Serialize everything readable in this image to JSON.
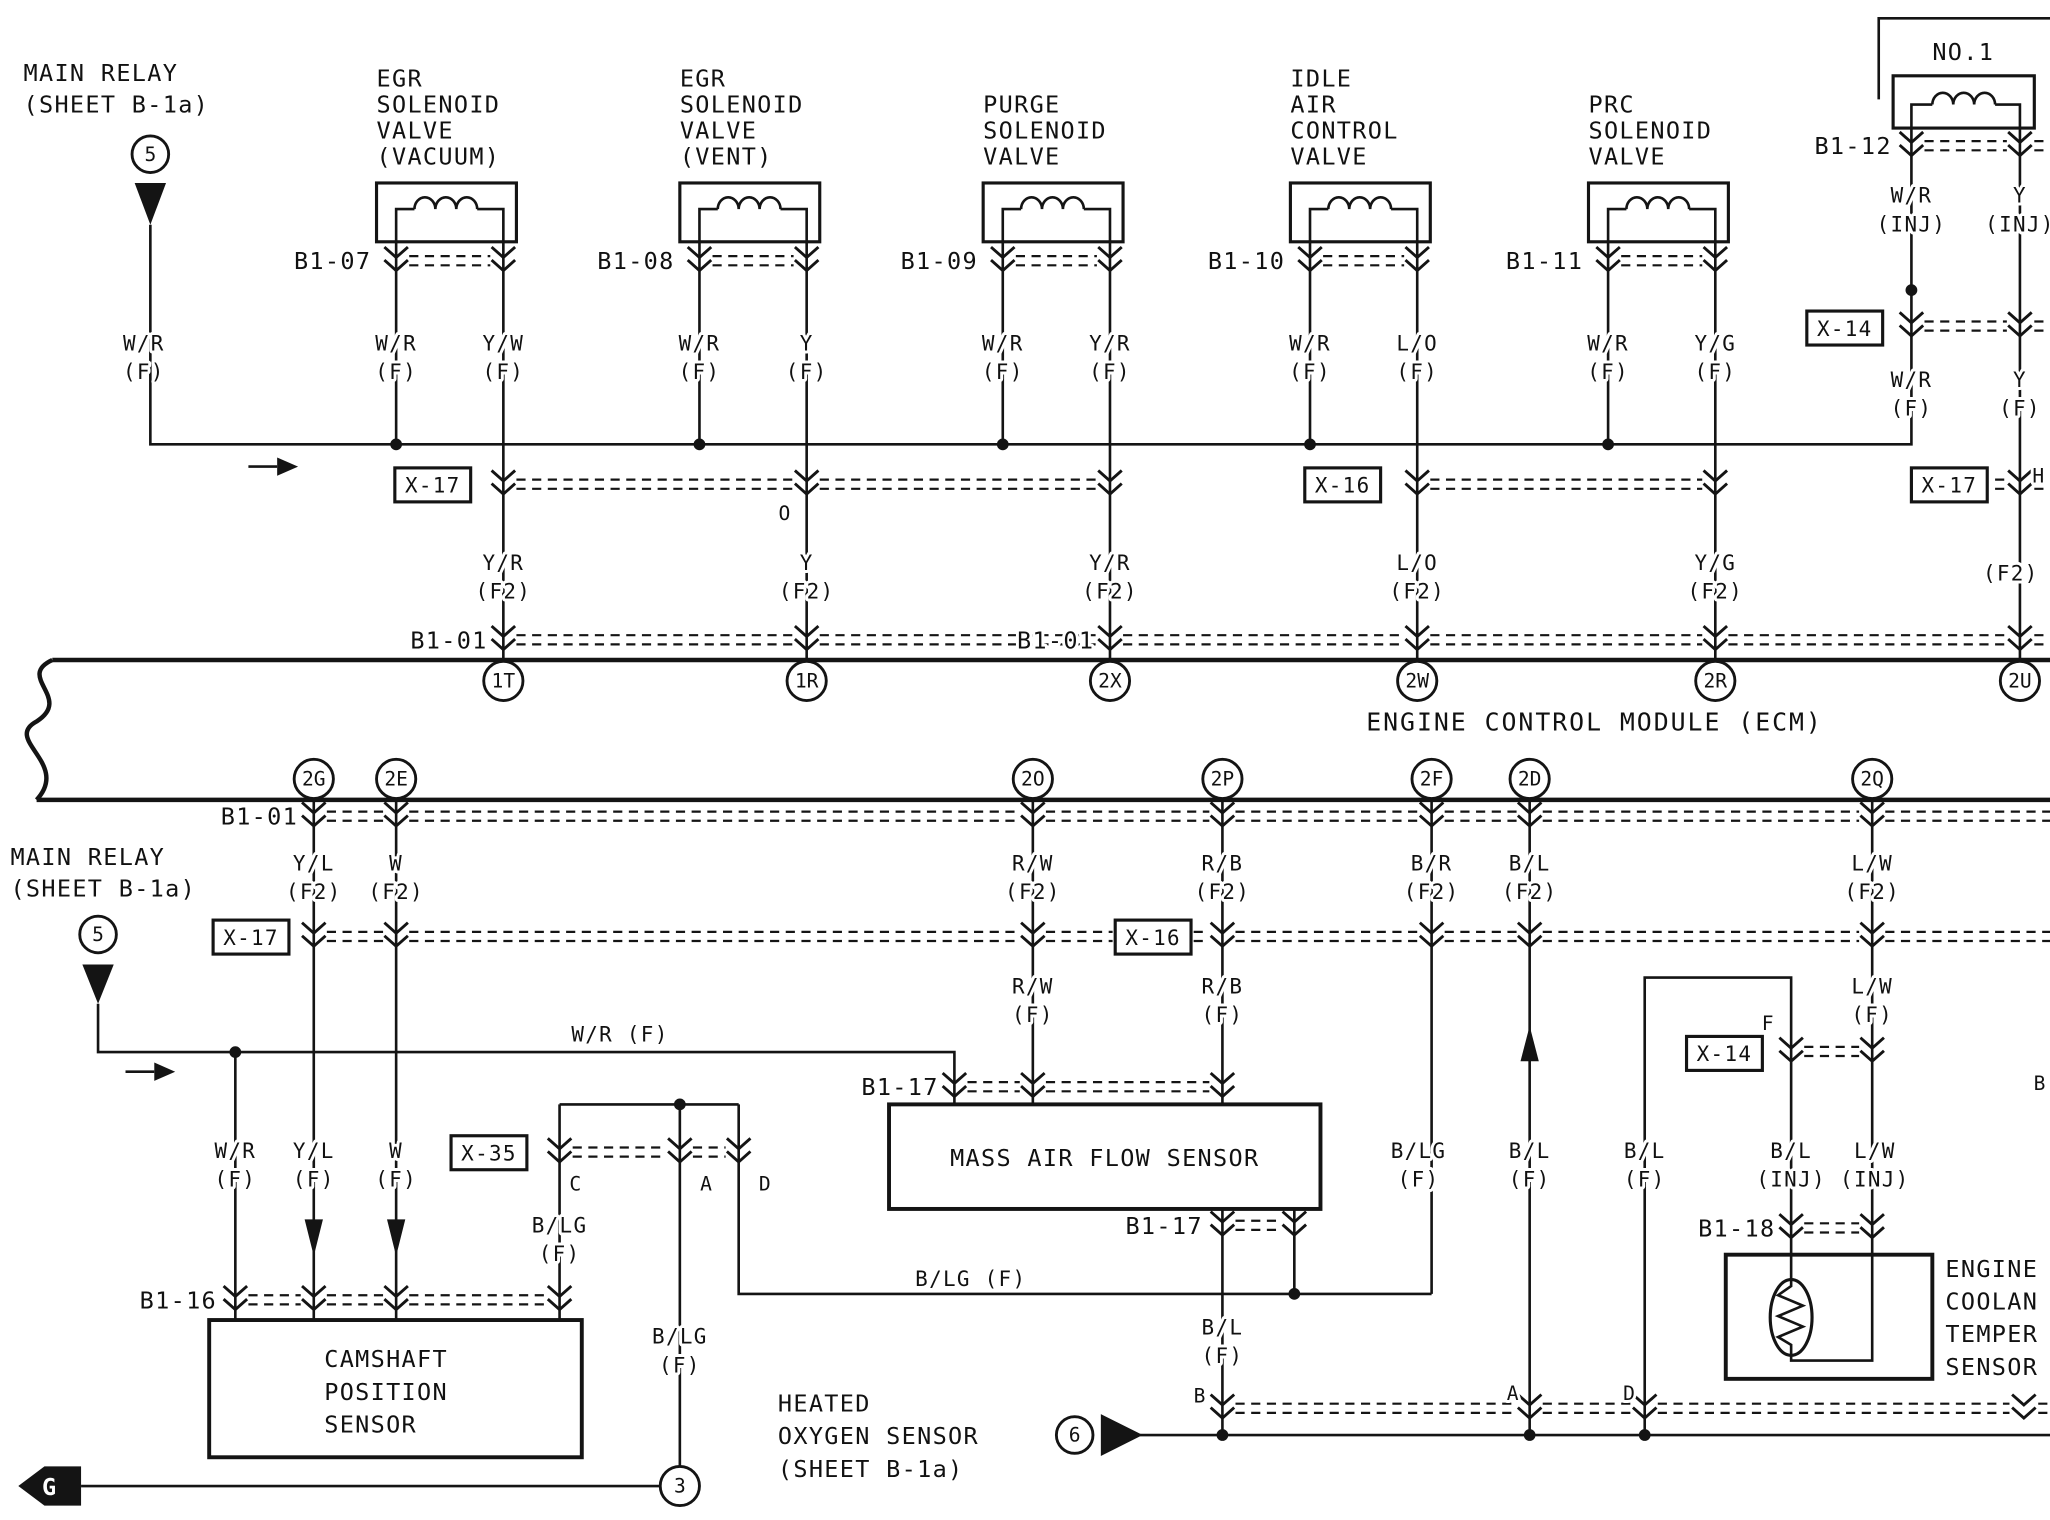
{
  "colors": {
    "ink": "#141414",
    "paper": "#ffffff"
  },
  "relay_top": {
    "line1": "MAIN RELAY",
    "line2": "(SHEET B-1a)",
    "pin": "5"
  },
  "relay_bottom": {
    "line1": "MAIN RELAY",
    "line2": "(SHEET B-1a)",
    "pin": "5"
  },
  "ecm": {
    "label": "ENGINE CONTROL MODULE (ECM)",
    "pins_top": [
      "1T",
      "1R",
      "2X",
      "2W",
      "2R",
      "2U"
    ],
    "pins_bottom": [
      "2G",
      "2E",
      "2O",
      "2P",
      "2F",
      "2D",
      "2Q"
    ]
  },
  "components": {
    "egr_vacuum": {
      "lines": [
        "EGR",
        "SOLENOID",
        "VALVE",
        "(VACUUM)"
      ],
      "connector": "B1-07"
    },
    "egr_vent": {
      "lines": [
        "EGR",
        "SOLENOID",
        "VALVE",
        "(VENT)"
      ],
      "connector": "B1-08"
    },
    "purge": {
      "lines": [
        "PURGE",
        "SOLENOID",
        "VALVE"
      ],
      "connector": "B1-09"
    },
    "idle_air": {
      "lines": [
        "IDLE",
        "AIR",
        "CONTROL",
        "VALVE"
      ],
      "connector": "B1-10"
    },
    "prc": {
      "lines": [
        "PRC",
        "SOLENOID",
        "VALVE"
      ],
      "connector": "B1-11"
    },
    "injector_no1": {
      "label": "NO.1",
      "connector": "B1-12"
    },
    "mass_air_flow": {
      "label": "MASS AIR FLOW SENSOR",
      "connector_top": "B1-17",
      "connector_bottom": "B1-17"
    },
    "camshaft": {
      "lines": [
        "CAMSHAFT",
        "POSITION",
        "SENSOR"
      ],
      "connector": "B1-16"
    },
    "coolant_temp": {
      "lines": [
        "ENGINE",
        "COOLAN",
        "TEMPER",
        "SENSOR"
      ],
      "connector": "B1-18"
    },
    "heated_o2": {
      "lines": [
        "HEATED",
        "OXYGEN SENSOR",
        "(SHEET B-1a)"
      ],
      "pin": "6"
    }
  },
  "inline_connectors": {
    "x17_top": "X-17",
    "x16_top": "X-16",
    "x17_top_right": "X-17",
    "x14_top": "X-14",
    "x17_lower": "X-17",
    "x16_lower": "X-16",
    "x14_lower": "X-14",
    "x35": "X-35"
  },
  "harness_connectors": {
    "b101_left": "B1-01",
    "b101_mid": "B1-01",
    "b101_lower": "B1-01"
  },
  "pin_letters": {
    "o": "O",
    "h": "H",
    "f": "F",
    "c": "C",
    "a": "A",
    "d": "D",
    "b": "B",
    "a2": "A",
    "d2": "D",
    "b_right_edge": "B"
  },
  "ground": {
    "label": "G",
    "pin": "3"
  },
  "wires": [
    {
      "c": "W/R",
      "q": "(F)"
    },
    {
      "c": "W/R",
      "q": "(F)"
    },
    {
      "c": "Y/W",
      "q": "(F)"
    },
    {
      "c": "W/R",
      "q": "(F)"
    },
    {
      "c": "Y",
      "q": "(F)"
    },
    {
      "c": "W/R",
      "q": "(F)"
    },
    {
      "c": "Y/R",
      "q": "(F)"
    },
    {
      "c": "W/R",
      "q": "(F)"
    },
    {
      "c": "L/O",
      "q": "(F)"
    },
    {
      "c": "W/R",
      "q": "(F)"
    },
    {
      "c": "Y/G",
      "q": "(F)"
    },
    {
      "c": "W/R",
      "q": "(INJ)"
    },
    {
      "c": "Y",
      "q": "(INJ)"
    },
    {
      "c": "W/R",
      "q": "(F)"
    },
    {
      "c": "Y",
      "q": "(F)"
    },
    {
      "c": "Y/R",
      "q": "(F2)"
    },
    {
      "c": "Y",
      "q": "(F2)"
    },
    {
      "c": "Y/R",
      "q": "(F2)"
    },
    {
      "c": "L/O",
      "q": "(F2)"
    },
    {
      "c": "Y/G",
      "q": "(F2)"
    },
    {
      "c": "",
      "q": "(F2)"
    },
    {
      "c": "Y/L",
      "q": "(F2)"
    },
    {
      "c": "W",
      "q": "(F2)"
    },
    {
      "c": "R/W",
      "q": "(F2)"
    },
    {
      "c": "R/B",
      "q": "(F2)"
    },
    {
      "c": "B/R",
      "q": "(F2)"
    },
    {
      "c": "B/L",
      "q": "(F2)"
    },
    {
      "c": "L/W",
      "q": "(F2)"
    },
    {
      "c": "R/W",
      "q": "(F)"
    },
    {
      "c": "R/B",
      "q": "(F)"
    },
    {
      "c": "L/W",
      "q": "(F)"
    },
    {
      "c": "W/R (F)",
      "q": ""
    },
    {
      "c": "W/R",
      "q": "(F)"
    },
    {
      "c": "Y/L",
      "q": "(F)"
    },
    {
      "c": "W",
      "q": "(F)"
    },
    {
      "c": "B/LG",
      "q": "(F)"
    },
    {
      "c": "B/LG",
      "q": "(F)"
    },
    {
      "c": "B/L",
      "q": "(F)"
    },
    {
      "c": "B/L",
      "q": "(F)"
    },
    {
      "c": "B/L",
      "q": "(INJ)"
    },
    {
      "c": "L/W",
      "q": "(INJ)"
    },
    {
      "c": "B/LG (F)",
      "q": ""
    },
    {
      "c": "B/L",
      "q": "(F)"
    },
    {
      "c": "B/LG",
      "q": "(F)"
    }
  ]
}
